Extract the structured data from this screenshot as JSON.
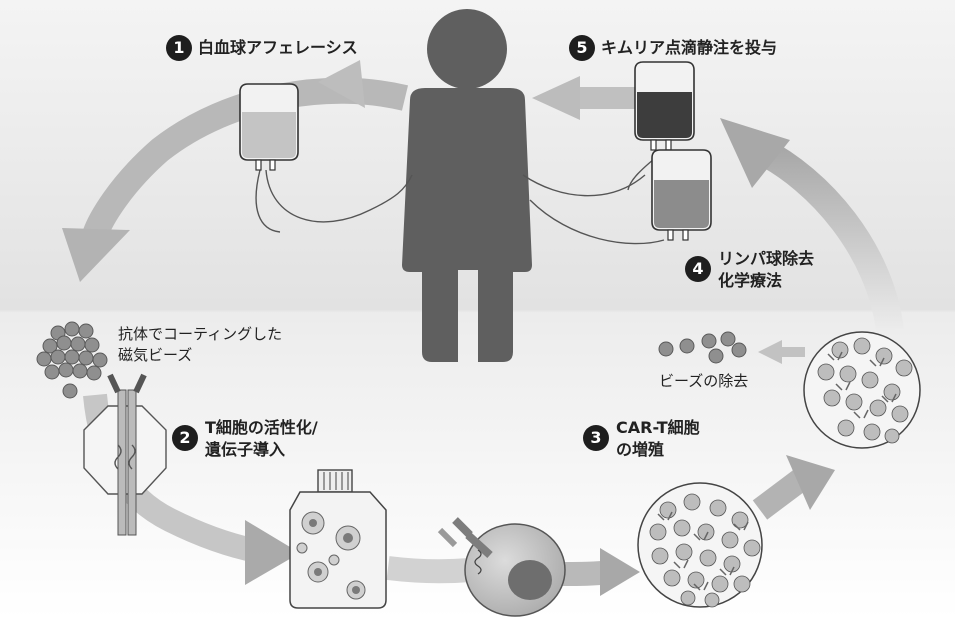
{
  "steps": {
    "s1": {
      "num": "1",
      "label": "白血球アフェレーシス"
    },
    "s2": {
      "num": "2",
      "line1": "T細胞の活性化/",
      "line2": "遺伝子導入"
    },
    "s3": {
      "num": "3",
      "line1": "CAR-T細胞",
      "line2": "の増殖"
    },
    "s4": {
      "num": "4",
      "line1": "リンパ球除去",
      "line2": "化学療法"
    },
    "s5": {
      "num": "5",
      "label": "キムリア点滴静注を投与"
    }
  },
  "notes": {
    "beads_line1": "抗体でコーティングした",
    "beads_line2": "磁気ビーズ",
    "bead_removal": "ビーズの除去"
  },
  "colors": {
    "band": "#e6e6e6",
    "person": "#5f5f5f",
    "arrow": "#b3b3b3",
    "badge": "#1e1e1e",
    "bag_dark": "#3d3d3d",
    "bag_mid": "#8c8c8c",
    "bag_light": "#c4c4c4"
  }
}
